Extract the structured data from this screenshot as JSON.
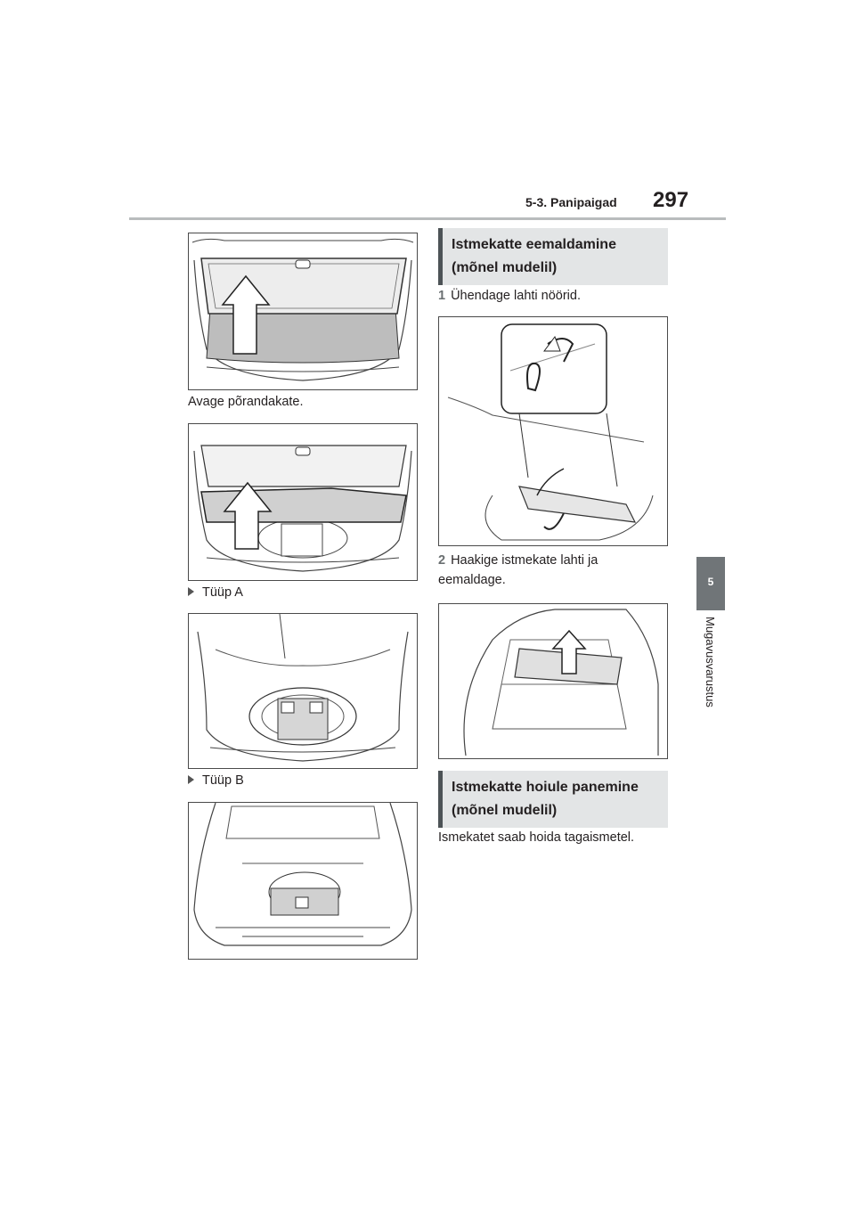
{
  "header": {
    "section": "5-3. Panipaigad",
    "page_number": "297"
  },
  "side_tab": {
    "number": "5",
    "label": "Mugavusvarustus"
  },
  "left": {
    "caption_open_floor": "Avage põrandakate.",
    "type_a_label": "Tüüp A",
    "type_b_label": "Tüüp B"
  },
  "right": {
    "heading_remove": "Istmekatte eemaldamine (mõnel mudelil)",
    "step1_num": "1",
    "step1_text": "Ühendage lahti nöörid.",
    "step2_num": "2",
    "step2_text": "Haakige istmekate lahti ja eemaldage.",
    "heading_store": "Istmekatte hoiule panemine (mõnel mudelil)",
    "store_text": "Ismekatet saab hoida tagaismetel."
  }
}
